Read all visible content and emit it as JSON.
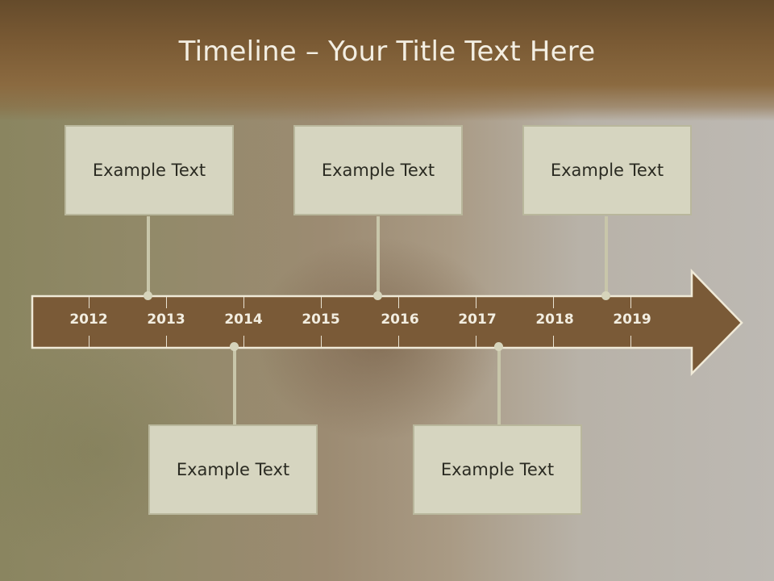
{
  "slide": {
    "title": "Timeline – Your Title Text Here"
  },
  "timeline": {
    "years": [
      "2012",
      "2013",
      "2014",
      "2015",
      "2016",
      "2017",
      "2018",
      "2019"
    ],
    "cards_top": [
      {
        "text": "Example Text"
      },
      {
        "text": "Example Text"
      },
      {
        "text": "Example Text"
      }
    ],
    "cards_bottom": [
      {
        "text": "Example Text"
      },
      {
        "text": "Example Text"
      }
    ]
  },
  "colors": {
    "arrow_fill": "#7a5a37",
    "arrow_border": "#f0ead8",
    "card_fill": "#d6d5c0",
    "header_brown": "#7a5a34"
  }
}
